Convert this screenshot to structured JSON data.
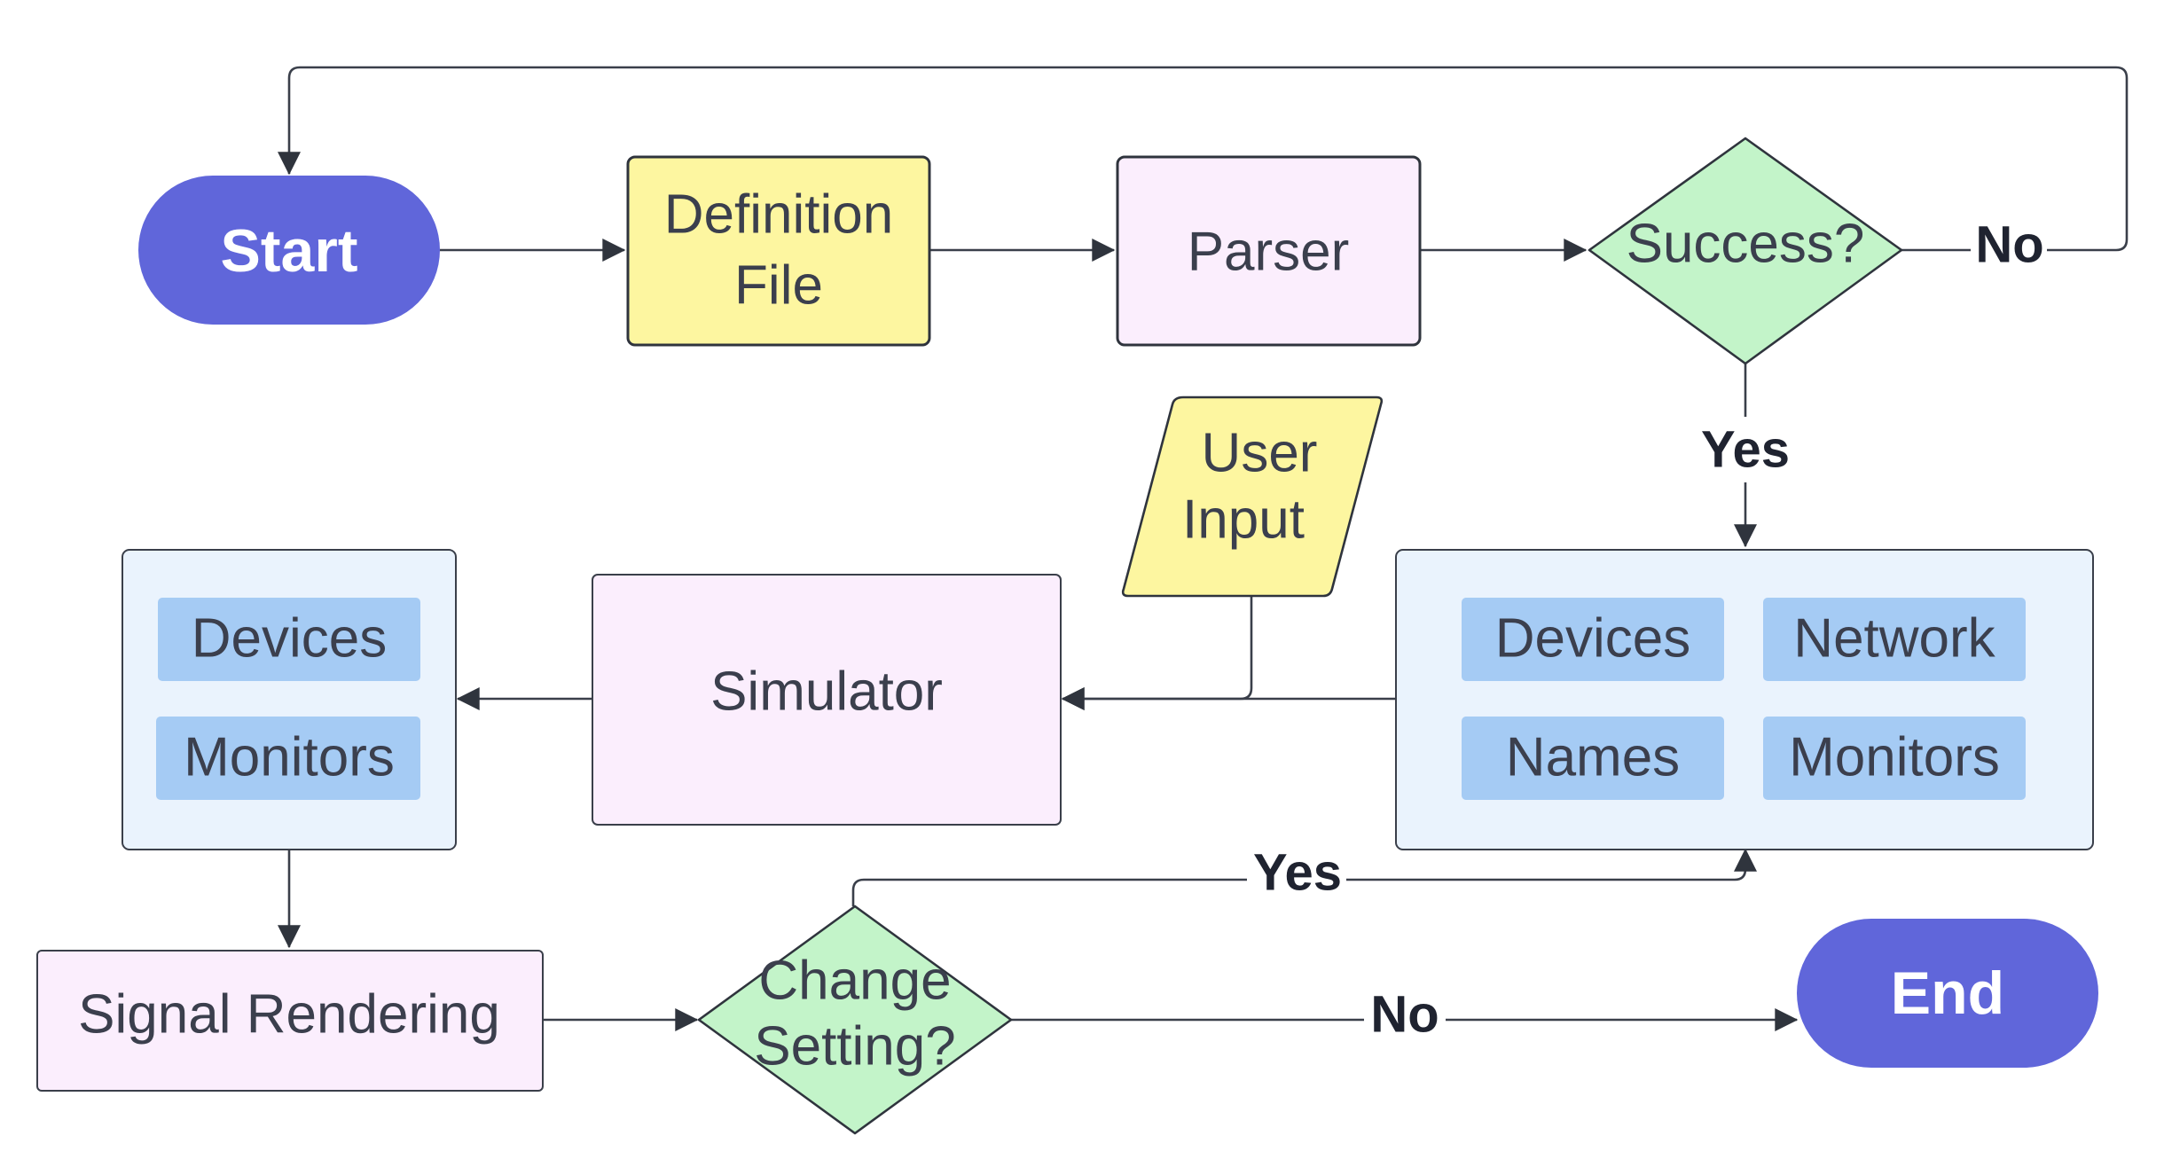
{
  "colors": {
    "terminal": "#6066da",
    "input_yellow": "#fdf6a0",
    "process_pink": "#fbeefd",
    "decision_green": "#c3f4c9",
    "group_blue": "#eaf3fd",
    "chip_blue": "#a5cbf4",
    "edge": "#3a3f4a"
  },
  "nodes": {
    "start": "Start",
    "definition_file": [
      "Definition",
      "File"
    ],
    "parser": "Parser",
    "success": "Success?",
    "user_input": [
      "User",
      "Input"
    ],
    "simulator": "Simulator",
    "parsed_group": [
      "Devices",
      "Network",
      "Names",
      "Monitors"
    ],
    "sim_group": [
      "Devices",
      "Monitors"
    ],
    "signal_rendering": "Signal Rendering",
    "change_setting": [
      "Change",
      "Setting?"
    ],
    "end": "End"
  },
  "edge_labels": {
    "success_no": "No",
    "success_yes": "Yes",
    "change_yes": "Yes",
    "change_no": "No"
  }
}
